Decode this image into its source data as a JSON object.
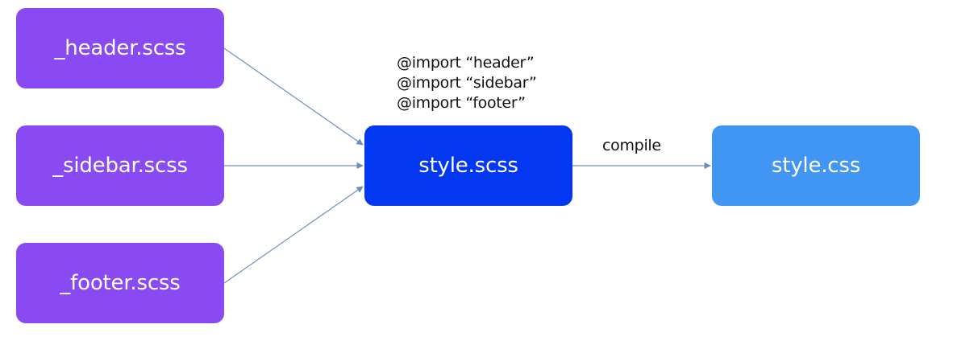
{
  "nodes": {
    "header": "_header.scss",
    "sidebar": "_sidebar.scss",
    "footer": "_footer.scss",
    "style_scss": "style.scss",
    "style_css": "style.css"
  },
  "imports": [
    "@import “header”",
    "@import “sidebar”",
    "@import “footer”"
  ],
  "edge_label": "compile",
  "colors": {
    "partial": "#8a4af3",
    "main": "#0437f2",
    "output": "#4196f4",
    "arrow": "#6b8fc0"
  }
}
